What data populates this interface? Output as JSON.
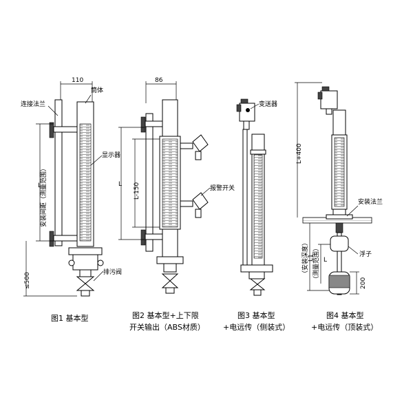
{
  "labels": {
    "flange_connect": "连接法兰",
    "body": "筒体",
    "display": "显示器",
    "transmitter": "变送器",
    "alarm_switch": "报警开关",
    "install_flange": "安装法兰",
    "float": "浮子",
    "drain_valve": "排污阀",
    "spacing_vertical": "安装间距（测量范围）",
    "depth_vertical": "（安装深度）",
    "range_vertical": "（测量范围）"
  },
  "dimensions": {
    "d110": "110",
    "d86": "86",
    "L": "L",
    "L150": "L-150",
    "L400": "L+400",
    "le500": "≤500",
    "L1": "L1",
    "L2": "L",
    "d200": "200"
  },
  "captions": {
    "fig1": "图1 基本型",
    "fig2_line1": "图2 基本型+上下限",
    "fig2_line2": "开关输出（ABS材质）",
    "fig3_line1": "图3 基本型",
    "fig3_line2": "+电远传（侧装式）",
    "fig4_line1": "图4 基本型",
    "fig4_line2": "+电远传（顶装式）"
  }
}
